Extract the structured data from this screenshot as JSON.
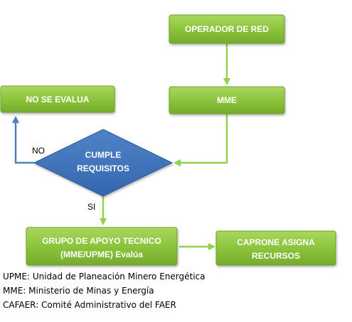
{
  "nodes": {
    "operador": "OPERADOR DE RED",
    "mme": "MME",
    "no_se_evalua": "NO SE EVALUA",
    "cumple": [
      "CUMPLE",
      "REQUISITOS"
    ],
    "grupo": [
      "GRUPO DE APOYO TECNICO",
      "(MME/UPME) Evalúa"
    ],
    "caprone": [
      "CAPRONE ASIGNA",
      "RECURSOS"
    ]
  },
  "edge_labels": {
    "no": "NO",
    "si": "SI"
  },
  "legend": [
    "UPME: Unidad de Planeación Minero Energética",
    "MME: Ministerio de Minas y Energía",
    "CAFAER: Comité Administrativo del FAER"
  ],
  "colors": {
    "box_green": "#8cc43c",
    "box_green_dark": "#6ea32a",
    "arrow_green": "#92d050",
    "diamond_blue": "#3f72b8",
    "arrow_blue": "#4f81bd"
  }
}
